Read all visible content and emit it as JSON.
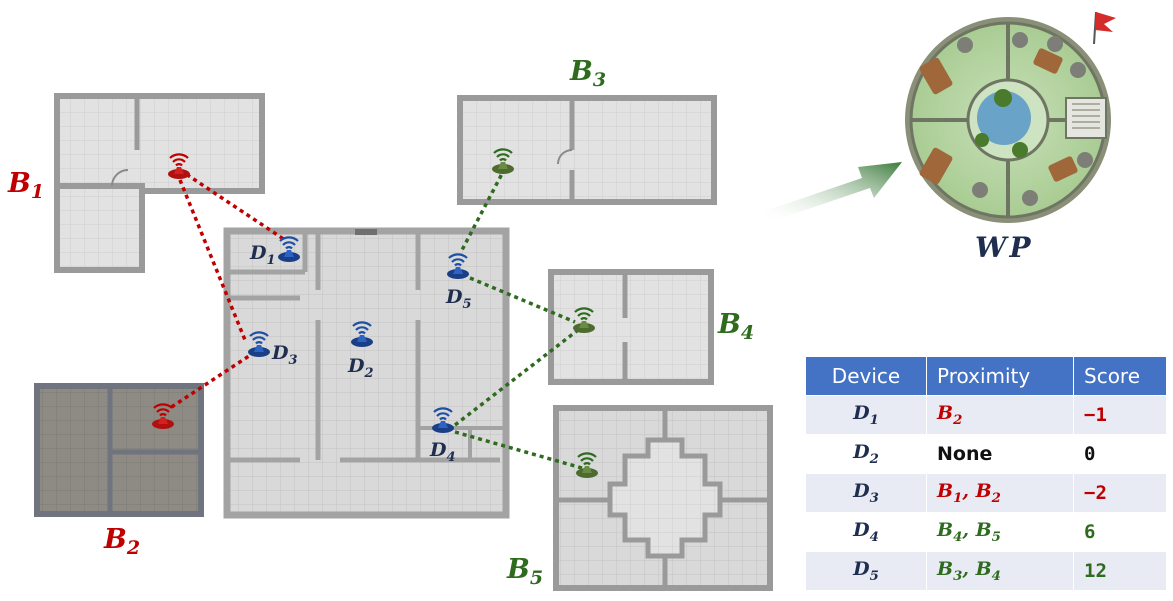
{
  "colors": {
    "red": "#c00000",
    "green": "#2e6b1f",
    "blue": "#1f4fa3",
    "device_text": "#1f2d4f",
    "table_header": "#4472c4",
    "arrow": "#3a7a3a"
  },
  "buildings": {
    "b1": {
      "base": "B",
      "sub": "1",
      "color": "red"
    },
    "b2": {
      "base": "B",
      "sub": "2",
      "color": "red"
    },
    "b3": {
      "base": "B",
      "sub": "3",
      "color": "green"
    },
    "b4": {
      "base": "B",
      "sub": "4",
      "color": "green"
    },
    "b5": {
      "base": "B",
      "sub": "5",
      "color": "green"
    }
  },
  "devices": {
    "d1": {
      "base": "D",
      "sub": "1"
    },
    "d2": {
      "base": "D",
      "sub": "2"
    },
    "d3": {
      "base": "D",
      "sub": "3"
    },
    "d4": {
      "base": "D",
      "sub": "4"
    },
    "d5": {
      "base": "D",
      "sub": "5"
    }
  },
  "wp": {
    "label": "WP"
  },
  "icons": {
    "transmitter": "wifi-transmitter-icon",
    "flag": "flag-icon",
    "arrow": "right-arrow-icon"
  },
  "table": {
    "headers": [
      "Device",
      "Proximity",
      "Score"
    ],
    "rows": [
      {
        "device_base": "D",
        "device_sub": "1",
        "proximity": [
          {
            "base": "B",
            "sub": "2",
            "color": "red"
          }
        ],
        "score": "−1",
        "score_color": "red"
      },
      {
        "device_base": "D",
        "device_sub": "2",
        "proximity_text": "None",
        "score": "0",
        "score_color": "black"
      },
      {
        "device_base": "D",
        "device_sub": "3",
        "proximity": [
          {
            "base": "B",
            "sub": "1",
            "color": "red"
          },
          {
            "base": "B",
            "sub": "2",
            "color": "red"
          }
        ],
        "score": "−2",
        "score_color": "red"
      },
      {
        "device_base": "D",
        "device_sub": "4",
        "proximity": [
          {
            "base": "B",
            "sub": "4",
            "color": "green"
          },
          {
            "base": "B",
            "sub": "5",
            "color": "green"
          }
        ],
        "score": "6",
        "score_color": "green"
      },
      {
        "device_base": "D",
        "device_sub": "5",
        "proximity": [
          {
            "base": "B",
            "sub": "3",
            "color": "green"
          },
          {
            "base": "B",
            "sub": "4",
            "color": "green"
          }
        ],
        "score": "12",
        "score_color": "green"
      }
    ]
  }
}
